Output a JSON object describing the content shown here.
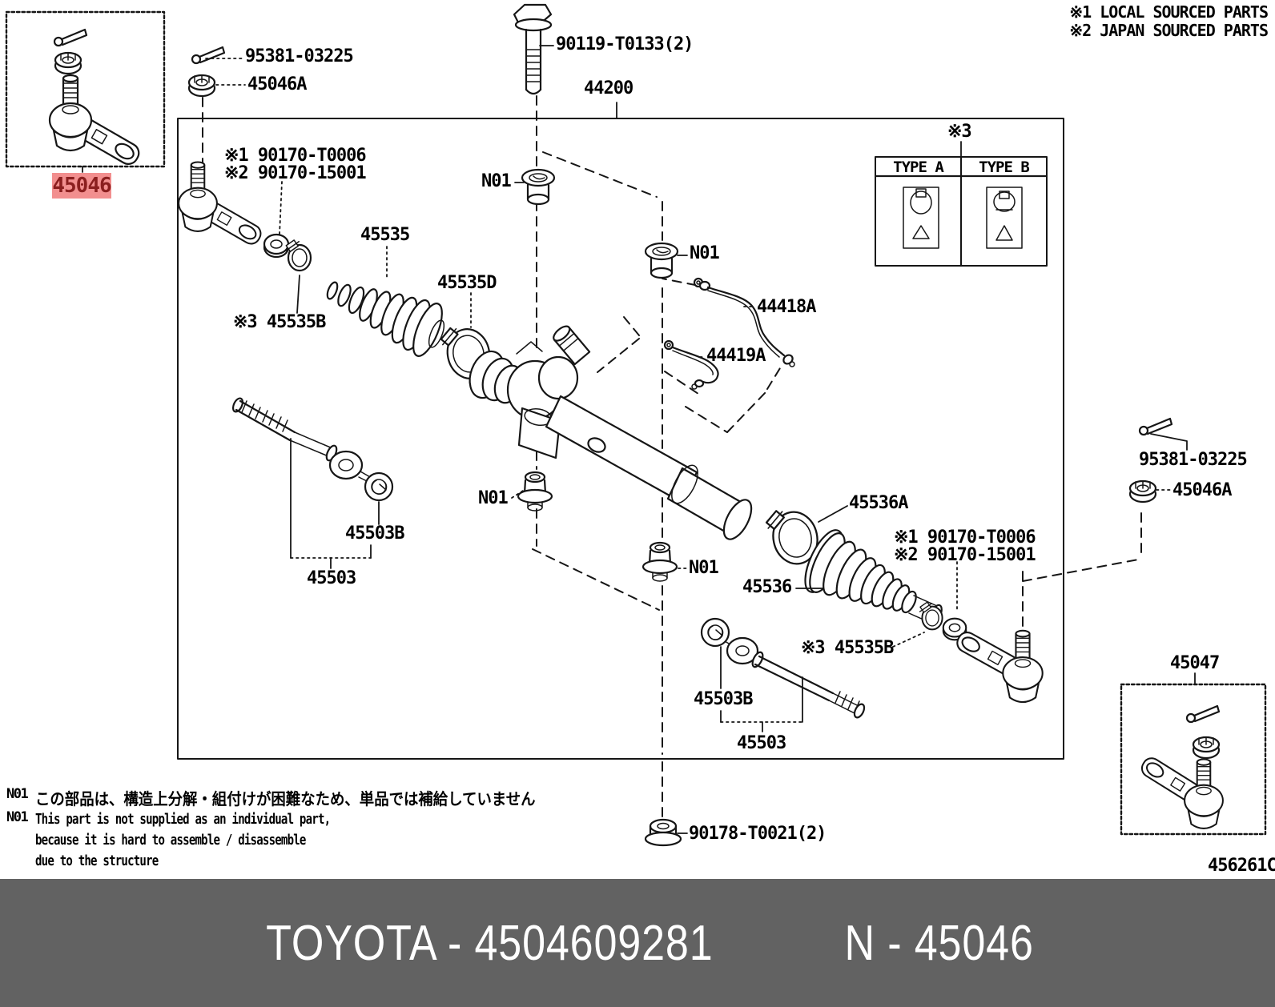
{
  "diagram": {
    "notes": {
      "note1": "※1 LOCAL SOURCED PARTS",
      "note2": "※2 JAPAN SOURCED PARTS"
    },
    "type_table": {
      "ref": "※3",
      "col_a": "TYPE A",
      "col_b": "TYPE B"
    },
    "selected_part": {
      "label": "45046"
    },
    "callouts": [
      {
        "id": "pin-left",
        "label": "95381-03225"
      },
      {
        "id": "nut-left",
        "label": "45046A"
      },
      {
        "id": "bolt",
        "label": "90119-T0133(2)"
      },
      {
        "id": "rack-assy",
        "label": "44200"
      },
      {
        "id": "grease-l1",
        "label": "※1 90170-T0006"
      },
      {
        "id": "grease-l2",
        "label": "※2 90170-15001"
      },
      {
        "id": "boot-left",
        "label": "45535"
      },
      {
        "id": "clip-left",
        "label": "45535D"
      },
      {
        "id": "clamp-left",
        "label": "※3 45535B"
      },
      {
        "id": "n01-a",
        "label": "N01"
      },
      {
        "id": "n01-b",
        "label": "N01"
      },
      {
        "id": "pipe-a",
        "label": "44418A"
      },
      {
        "id": "pipe-b",
        "label": "44419A"
      },
      {
        "id": "n01-c",
        "label": "N01"
      },
      {
        "id": "n01-d",
        "label": "N01"
      },
      {
        "id": "washer-left",
        "label": "45503B"
      },
      {
        "id": "rod-left",
        "label": "45503"
      },
      {
        "id": "clip-right",
        "label": "45536A"
      },
      {
        "id": "boot-right",
        "label": "45536"
      },
      {
        "id": "grease-r1",
        "label": "※1 90170-T0006"
      },
      {
        "id": "grease-r2",
        "label": "※2 90170-15001"
      },
      {
        "id": "clamp-right",
        "label": "※3 45535B"
      },
      {
        "id": "washer-right",
        "label": "45503B"
      },
      {
        "id": "rod-right",
        "label": "45503"
      },
      {
        "id": "nut-bottom",
        "label": "90178-T0021(2)"
      },
      {
        "id": "pin-right",
        "label": "95381-03225"
      },
      {
        "id": "nut-right",
        "label": "45046A"
      },
      {
        "id": "tre-right",
        "label": "45047"
      }
    ],
    "footnote": {
      "tag": "N01",
      "jp": "この部品は、構造上分解・組付けが困難なため、単品では補給していません",
      "en1": "This part is not supplied as an individual part,",
      "en2": "because it is hard to assemble / disassemble",
      "en3": "due to the structure"
    },
    "drawing_code": "456261C"
  },
  "footer": {
    "catalog_number": "TOYOTA - 4504609281",
    "part_number": "N - 45046"
  },
  "colors": {
    "highlight_bg": "#f28f8f",
    "highlight_text": "#8b1f1f",
    "footer_bg": "#626262",
    "footer_text": "#ffffff",
    "line": "#161616"
  }
}
